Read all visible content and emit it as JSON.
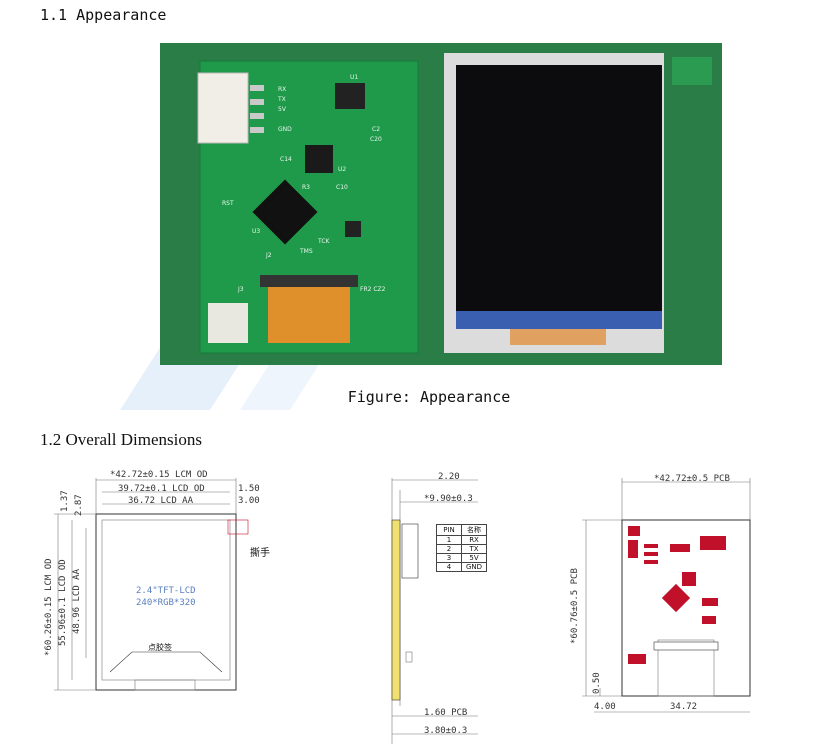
{
  "sections": {
    "appearance_heading": "1.1 Appearance",
    "figure_caption": "Figure: Appearance",
    "dimensions_heading": "1.2 Overall Dimensions"
  },
  "pcb_labels": {
    "rx": "RX",
    "tx": "TX",
    "pin5v": "5V",
    "gnd": "GND",
    "u1": "U1",
    "u2": "U2",
    "u3": "U3",
    "c2": "C2",
    "c20": "C20",
    "c10": "C10",
    "r3": "R3",
    "rst": "RST",
    "tck": "TCK",
    "tms": "TMS",
    "j2": "J2",
    "j3": "J3",
    "fr_cz2": "FR2 CZ2",
    "c14": "C14"
  },
  "front_drawing": {
    "dim_lcm_od": "*42.72±0.15 LCM OD",
    "dim_lcd_od": "39.72±0.1 LCD OD",
    "dim_lcd_aa": "36.72 LCD AA",
    "dim_150": "1.50",
    "dim_300": "3.00",
    "dim_137": "1.37",
    "dim_287": "2.87",
    "dim_lcm_od_v": "*60.26±0.15 LCM OD",
    "dim_lcd_od_v": "55.96±0.1 LCD OD",
    "dim_lcd_aa_v": "48.96 LCD AA",
    "tear_label": "撕手",
    "screen_line1": "2.4\"TFT-LCD",
    "screen_line2": "240*RGB*320",
    "dispense_label": "点胶签"
  },
  "side_drawing": {
    "dim_220": "2.20",
    "dim_990": "*9.90±0.3",
    "dim_160": "1.60 PCB",
    "dim_380": "3.80±0.3",
    "pin_table": {
      "headers": [
        "PIN",
        "名称"
      ],
      "rows": [
        [
          "1",
          "RX"
        ],
        [
          "2",
          "TX"
        ],
        [
          "3",
          "5V"
        ],
        [
          "4",
          "GND"
        ]
      ]
    }
  },
  "back_drawing": {
    "dim_pcb_w": "*42.72±0.5 PCB",
    "dim_pcb_h": "*60.76±0.5 PCB",
    "dim_050": "0.50",
    "dim_400": "4.00",
    "dim_3472": "34.72"
  },
  "colors": {
    "pcb_green": "#1f8a45",
    "fpc_orange": "#e0902a",
    "watermark_blue": "#cfe3f7",
    "drawing_red": "#c0102a"
  }
}
